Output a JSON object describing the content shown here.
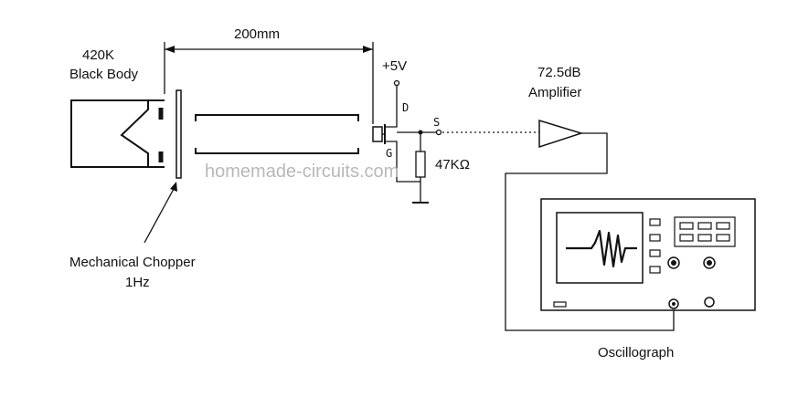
{
  "labels": {
    "distance": "200mm",
    "blackbody_temp": "420K",
    "blackbody_name": "Black Body",
    "supply": "+5V",
    "drain": "D",
    "gate": "G",
    "source": "S",
    "resistor": "47KΩ",
    "amplifier_gain": "72.5dB",
    "amplifier_name": "Amplifier",
    "chopper_name": "Mechanical Chopper",
    "chopper_freq": "1Hz",
    "oscillograph": "Oscillograph",
    "watermark": "homemade-circuits.com"
  }
}
